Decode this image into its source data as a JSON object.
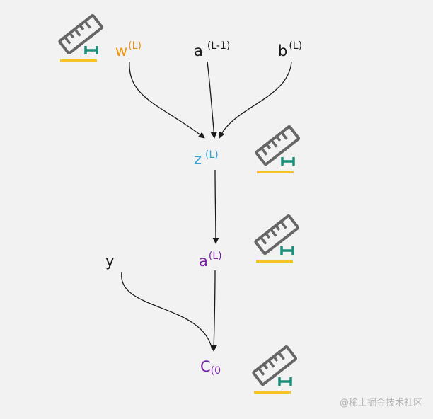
{
  "colors": {
    "background": "#f2f2f2",
    "weight": "#f0920a",
    "neutral": "#1a1a1a",
    "z": "#3a9fd6",
    "activation": "#7a20a8",
    "icon_gray": "#666666",
    "icon_teal": "#1a8f7a",
    "icon_yellow": "#f5c326"
  },
  "nodes": {
    "w": {
      "base": "w",
      "sup": "(L)"
    },
    "a_prev": {
      "base": "a",
      "sup": "(L-1)"
    },
    "b": {
      "base": "b",
      "sup": "(L)"
    },
    "z": {
      "base": "z",
      "sup": "(L)"
    },
    "a": {
      "base": "a",
      "sup": "(L)"
    },
    "y": {
      "base": "y"
    },
    "c": {
      "base": "C",
      "sub": "(0"
    }
  },
  "icons": [
    "ruler-icon",
    "ruler-icon",
    "ruler-icon",
    "ruler-icon"
  ],
  "watermark": "@稀土掘金技术社区"
}
